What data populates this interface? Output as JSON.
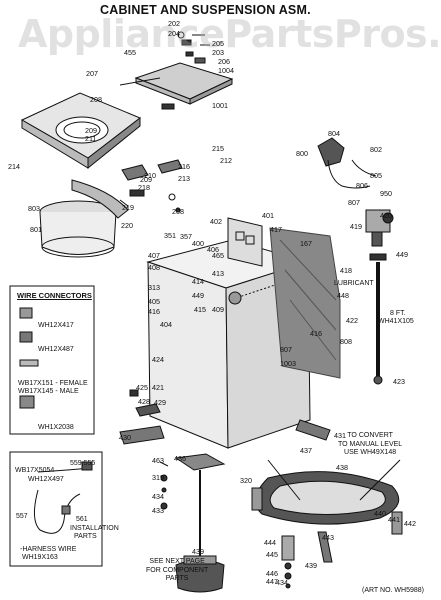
{
  "title": "CABINET AND SUSPENSION ASM.",
  "watermark": "AppliancePartsPros.com",
  "wire_connectors": {
    "heading": "WIRE CONNECTORS",
    "items": [
      "WH12X417",
      "WH12X487",
      "WB17X151 - FEMALE",
      "WB17X145 - MALE",
      "WH1X2038"
    ]
  },
  "harness_box": {
    "parts": [
      "WB17X5054",
      "WH12X497",
      "559,555",
      "557",
      "561",
      "INSTALLATION",
      "PARTS"
    ],
    "harness_label": "-HARNESS WIRE",
    "harness_part": "WH19X163"
  },
  "notes": {
    "lubricant": "LUBRICANT",
    "hose_length": "8 FT.",
    "hose_part": "WH41X105",
    "convert": [
      "TO CONVERT",
      "TO MANUAL LEVEL",
      "USE WH49X148"
    ],
    "see_next": [
      "SEE NEXT PAGE",
      "FOR COMPONENT",
      "PARTS"
    ]
  },
  "art_no": "(ART NO. WH5988)",
  "callouts": [
    "202",
    "204",
    "205",
    "203",
    "206",
    "1004",
    "455",
    "207",
    "1001",
    "208",
    "209",
    "211",
    "214",
    "215",
    "212",
    "216",
    "213",
    "210",
    "208",
    "209",
    "218",
    "219",
    "220",
    "803",
    "801",
    "804",
    "802",
    "800",
    "805",
    "806",
    "950",
    "807",
    "420",
    "419",
    "449",
    "417",
    "401",
    "402",
    "167",
    "351",
    "357",
    "400",
    "406",
    "465",
    "407",
    "408",
    "313",
    "405",
    "416",
    "404",
    "413",
    "414",
    "409",
    "449",
    "415",
    "418",
    "448",
    "416",
    "808",
    "807",
    "1003",
    "422",
    "423",
    "424",
    "425",
    "428",
    "421",
    "429",
    "430",
    "431",
    "463",
    "319",
    "434",
    "433",
    "436",
    "320",
    "437",
    "438",
    "439",
    "440",
    "441",
    "442",
    "443",
    "444",
    "445",
    "446",
    "447",
    "434",
    "439"
  ],
  "colors": {
    "ink": "#111111",
    "paper": "#ffffff",
    "watermark": "#aaaaaa"
  }
}
